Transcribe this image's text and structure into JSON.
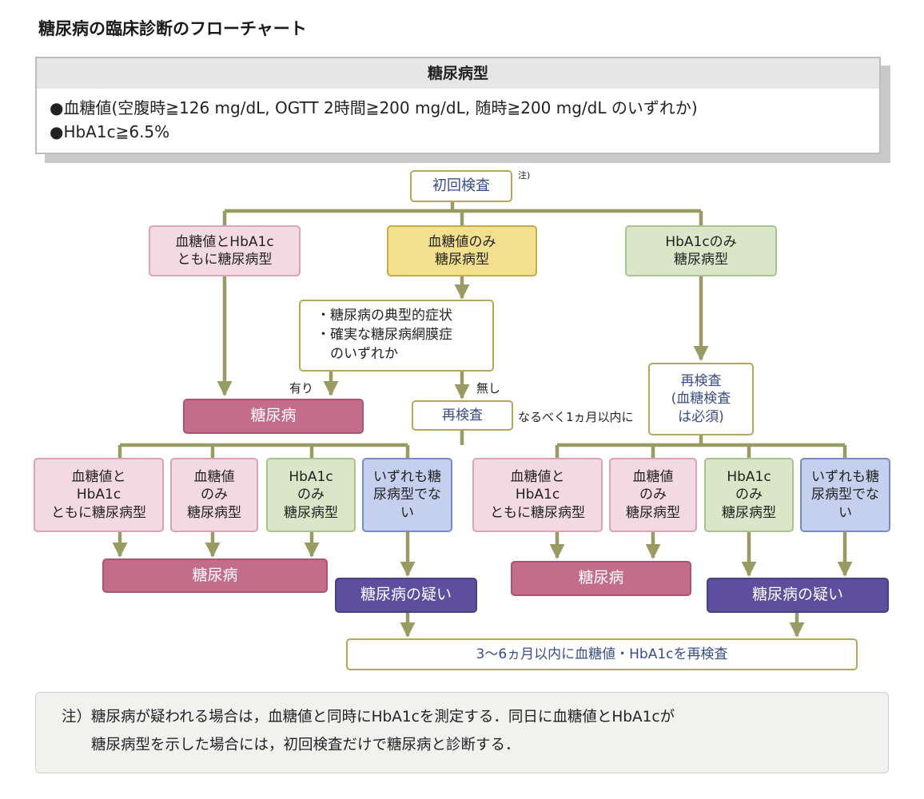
{
  "title": "糖尿病の臨床診断のフローチャート",
  "definition": {
    "heading": "糖尿病型",
    "line1": "●血糖値(空腹時≧126 mg/dL, OGTT 2時間≧200 mg/dL, 随時≧200 mg/dL のいずれか)",
    "line2": "●HbA1c≧6.5%"
  },
  "flow": {
    "initial": "初回検査",
    "initial_note_mark": "注)",
    "top_both": "血糖値とHbA1c\nともに糖尿病型",
    "top_glucose_only": "血糖値のみ\n糖尿病型",
    "top_hba1c_only": "HbA1cのみ\n糖尿病型",
    "condition": "・糖尿病の典型的症状\n・確実な糖尿病網膜症\n　のいずれか",
    "label_yes": "有り",
    "label_no": "無し",
    "diabetes": "糖尿病",
    "retest": "再検査",
    "retest_note": "なるべく1ヵ月以内に",
    "retest_right": "再検査\n(血糖検査\nは必須)",
    "left_row": [
      "血糖値と\nHbA1c\nともに糖尿病型",
      "血糖値\nのみ\n糖尿病型",
      "HbA1c\nのみ\n糖尿病型",
      "いずれも糖\n尿病型でな\nい"
    ],
    "right_row": [
      "血糖値と\nHbA1c\nともに糖尿病型",
      "血糖値\nのみ\n糖尿病型",
      "HbA1c\nのみ\n糖尿病型",
      "いずれも糖\n尿病型でな\nい"
    ],
    "diabetes_left": "糖尿病",
    "suspect_left": "糖尿病の疑い",
    "diabetes_right": "糖尿病",
    "suspect_right": "糖尿病の疑い",
    "final": "3～6ヵ月以内に血糖値・HbA1cを再検査"
  },
  "footnote": {
    "line1": "注）糖尿病が疑われる場合は，血糖値と同時にHbA1cを測定する．同日に血糖値とHbA1cが",
    "line2": "　　糖尿病型を示した場合には，初回検査だけで糖尿病と診断する．"
  },
  "colors": {
    "connector": "#9a9a63",
    "pink": "#f3d9e2",
    "yellow": "#f2e08f",
    "green": "#d9e6c7",
    "blue": "#c4d0ee",
    "diabetes": "#c46d8b",
    "suspect": "#5e4f9e"
  }
}
